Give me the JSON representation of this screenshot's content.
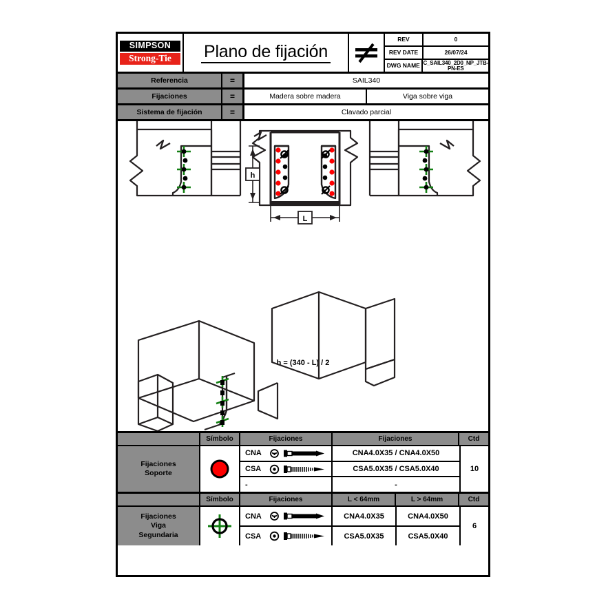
{
  "titleblock": {
    "logo_top": "SIMPSON",
    "logo_bottom": "Strong-Tie",
    "title": "Plano de fijación",
    "not_equal_symbol": "≠",
    "rev_label": "REV",
    "rev_value": "0",
    "rev_date_label": "REV DATE",
    "rev_date_value": "26/07/24",
    "dwg_name_label": "DWG NAME",
    "dwg_name_value": "C_SAIL340_2D0_NP_JTB-PN-ES"
  },
  "info_rows": [
    {
      "label": "Referencia",
      "equals": "=",
      "values": [
        "SAIL340"
      ]
    },
    {
      "label": "Fijaciones",
      "equals": "=",
      "values": [
        "Madera sobre madera",
        "Viga sobre viga"
      ]
    },
    {
      "label": "Sistema de fijación",
      "equals": "=",
      "values": [
        "Clavado parcial"
      ]
    }
  ],
  "drawing": {
    "formula": "h = (340 - L) / 2",
    "dim_h_label": "h",
    "dim_l_label": "L",
    "view_left_name": "seccion-izquierda",
    "view_center_name": "alzado-central",
    "view_right_name": "seccion-derecha",
    "view_iso_name": "vista-isometrica"
  },
  "table_support": {
    "headers": [
      "",
      "Símbolo",
      "Fijaciones",
      "Fijaciones",
      "Ctd"
    ],
    "title": "Fijaciones\nSoporte",
    "title_line1": "Fijaciones",
    "title_line2": "Soporte",
    "symbol": "red-filled-circle",
    "symbol_color": "#FF0000",
    "quantity": "10",
    "rows": [
      {
        "code": "CNA",
        "fastener_icon": "nail-icon",
        "value": "CNA4.0X35 / CNA4.0X50"
      },
      {
        "code": "CSA",
        "fastener_icon": "screw-icon",
        "value": "CSA5.0X35 / CSA5.0X40"
      },
      {
        "code": "-",
        "fastener_icon": "none",
        "value": "-"
      }
    ]
  },
  "table_secondary_beam": {
    "headers": [
      "",
      "Símbolo",
      "Fijaciones",
      "L < 64mm",
      "L > 64mm",
      "Ctd"
    ],
    "title_line1": "Fijaciones",
    "title_line2": "Viga",
    "title_line3": "Segundaria",
    "symbol": "green-crosshair-circle",
    "symbol_color": "#148014",
    "quantity": "6",
    "rows": [
      {
        "code": "CNA",
        "fastener_icon": "nail-icon",
        "value_short": "CNA4.0X35",
        "value_long": "CNA4.0X50"
      },
      {
        "code": "CSA",
        "fastener_icon": "screw-icon",
        "value_short": "CSA5.0X35",
        "value_long": "CSA5.0X40"
      }
    ]
  },
  "colors": {
    "brand_red": "#E8231A",
    "symbol_red": "#FF0000",
    "symbol_green": "#148014",
    "header_gray": "#8C8C8C",
    "line_black": "#000000"
  }
}
